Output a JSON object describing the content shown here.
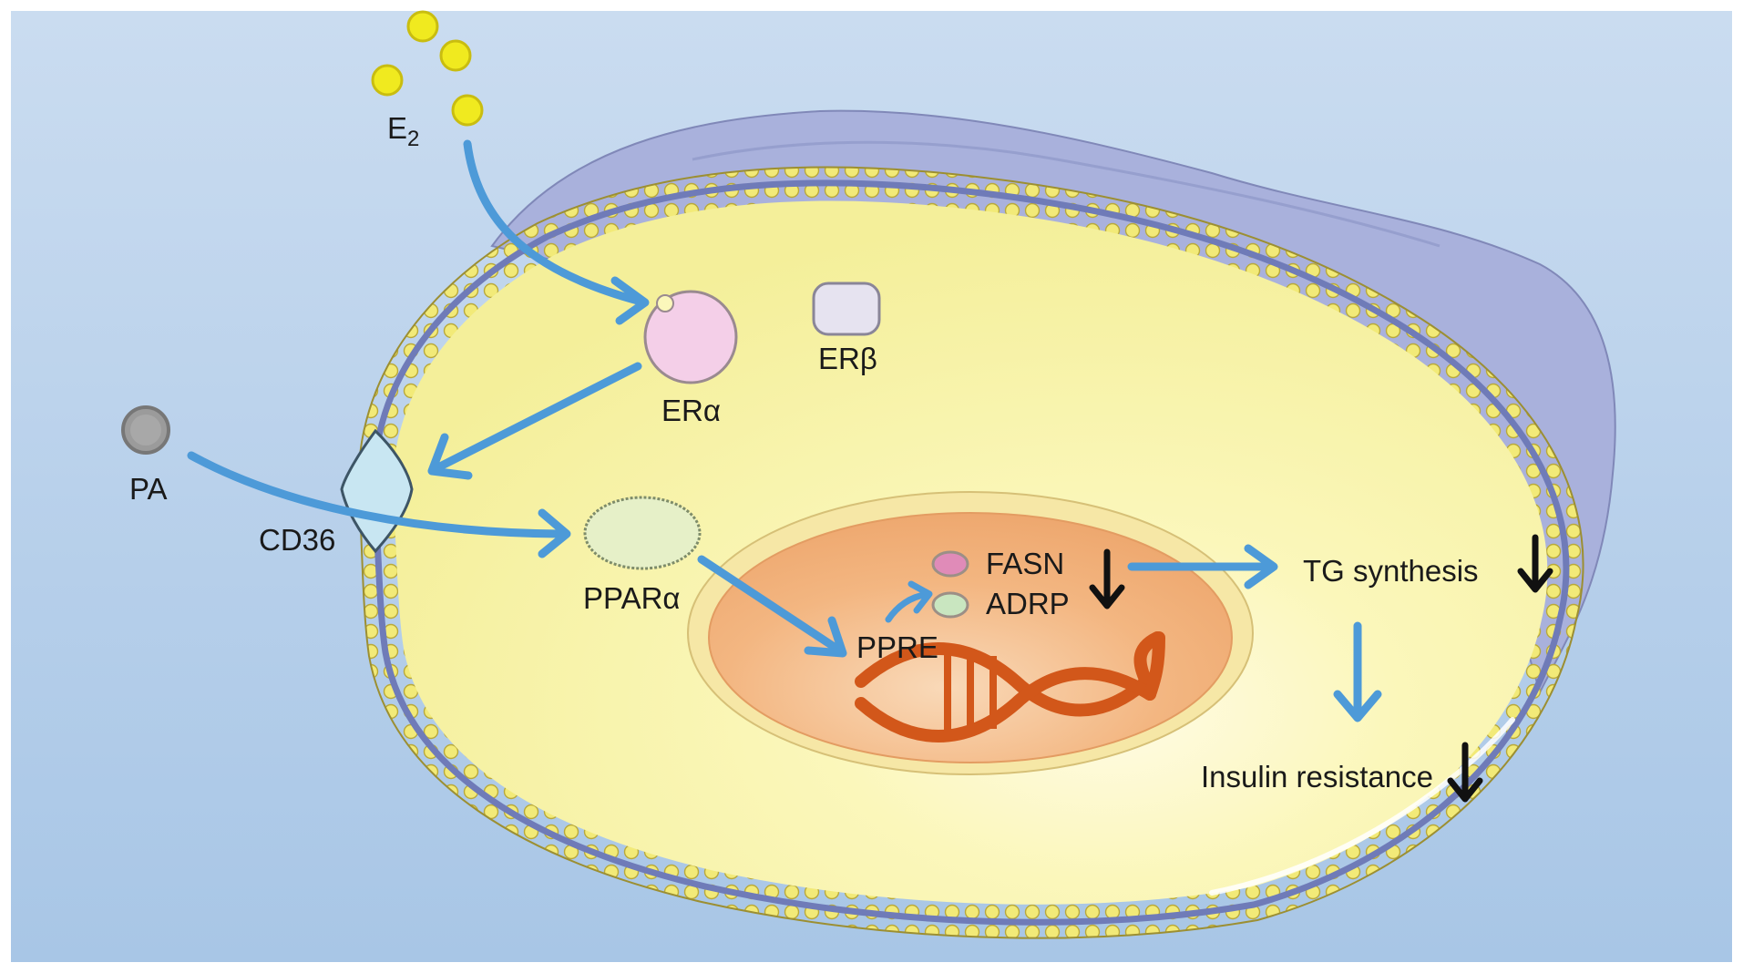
{
  "labels": {
    "e2": "E",
    "e2_sub": "2",
    "era": "ERα",
    "erb": "ERβ",
    "pa": "PA",
    "cd36": "CD36",
    "ppara": "PPARα",
    "fasn": "FASN",
    "adrp": "ADRP",
    "ppre": "PPRE",
    "tg_synthesis": "TG synthesis",
    "insulin_resistance": "Insulin resistance"
  },
  "colors": {
    "background_top": "#c9dcf0",
    "background_bottom": "#a9c7e7",
    "cytoplasm": "#f7f4a8",
    "membrane_bead": "#f3ea7c",
    "membrane_core": "#6f7bb8",
    "cell_back": "#aab1dc",
    "nucleus_outer": "#f3e2a0",
    "nucleus": "#f2b27c",
    "nucleus_inner": "#f6c89e",
    "dna": "#d2571a",
    "arrow_blue": "#4d9ad8",
    "estrogen": "#f0ea1f",
    "pa_particle": "#9a9a9a",
    "era": "#f4cfe8",
    "erb": "#e6e3f0",
    "ppara": "#e6f0c8",
    "cd36": "#c8e6f2",
    "fasn_dot": "#e08bb8",
    "adrp_dot": "#c9e6c0"
  },
  "icons": [
    "estrogen-particle",
    "palmitic-acid-particle",
    "cd36-channel",
    "dna-helix",
    "down-arrow-icon"
  ]
}
